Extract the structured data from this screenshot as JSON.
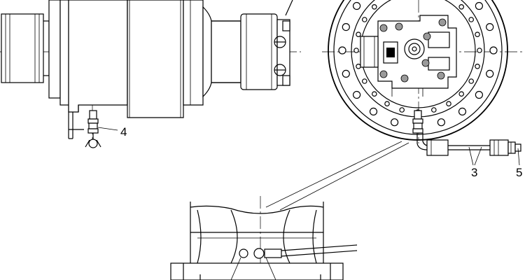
{
  "callouts": {
    "part_4": "4",
    "part_3": "3",
    "part_5": "5"
  }
}
